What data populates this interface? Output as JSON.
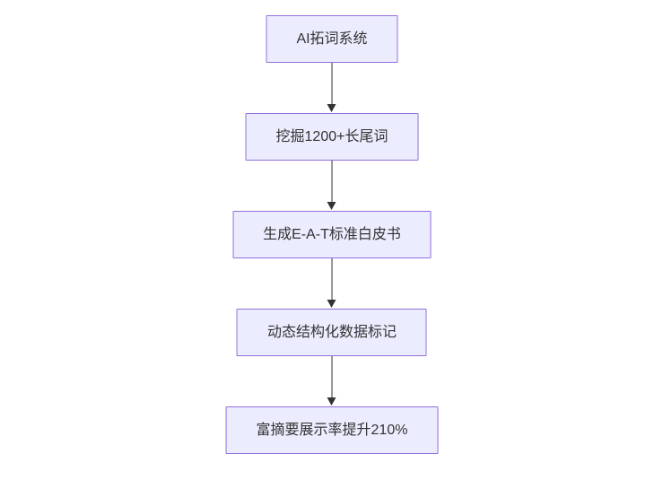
{
  "diagram": {
    "type": "flowchart-vertical",
    "nodes": [
      {
        "id": "node-1",
        "label": "AI拓词系统"
      },
      {
        "id": "node-2",
        "label": "挖掘1200+长尾词"
      },
      {
        "id": "node-3",
        "label": "生成E-A-T标准白皮书"
      },
      {
        "id": "node-4",
        "label": "动态结构化数据标记"
      },
      {
        "id": "node-5",
        "label": "富摘要展示率提升210%"
      }
    ],
    "edges": [
      {
        "from": "node-1",
        "to": "node-2"
      },
      {
        "from": "node-2",
        "to": "node-3"
      },
      {
        "from": "node-3",
        "to": "node-4"
      },
      {
        "from": "node-4",
        "to": "node-5"
      }
    ]
  },
  "theme": {
    "node_fill": "#ECECFF",
    "node_border": "#9370DB",
    "node_text": "#333333",
    "arrow_color": "#333333",
    "background": "#ffffff"
  }
}
